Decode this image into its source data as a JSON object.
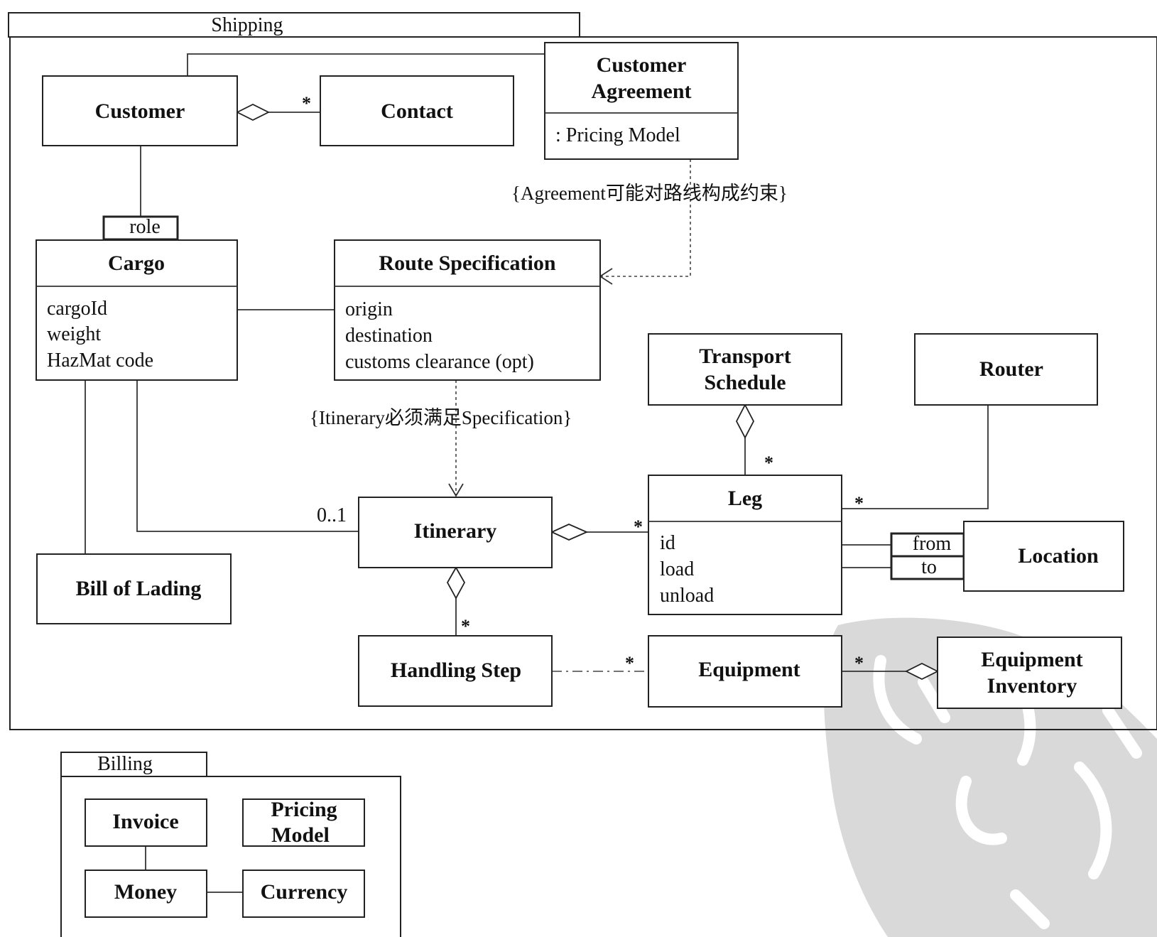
{
  "packages": {
    "shipping": "Shipping",
    "billing": "Billing"
  },
  "classes": {
    "customer": {
      "name": "Customer"
    },
    "contact": {
      "name": "Contact"
    },
    "customer_agreement": {
      "name_line1": "Customer",
      "name_line2": "Agreement",
      "attributes": [
        ": Pricing Model"
      ]
    },
    "cargo": {
      "name": "Cargo",
      "attributes": [
        "cargoId",
        "weight",
        "HazMat code"
      ]
    },
    "route_specification": {
      "name": "Route Specification",
      "attributes": [
        "origin",
        "destination",
        "customs clearance (opt)"
      ]
    },
    "transport_schedule": {
      "name_line1": "Transport",
      "name_line2": "Schedule"
    },
    "router": {
      "name": "Router"
    },
    "leg": {
      "name": "Leg",
      "attributes": [
        "id",
        "load",
        "unload"
      ]
    },
    "location": {
      "name": "Location"
    },
    "itinerary": {
      "name": "Itinerary"
    },
    "bill_of_lading": {
      "name": "Bill of Lading"
    },
    "handling_step": {
      "name": "Handling Step"
    },
    "equipment": {
      "name": "Equipment"
    },
    "equipment_inventory": {
      "name_line1": "Equipment",
      "name_line2": "Inventory"
    },
    "invoice": {
      "name": "Invoice"
    },
    "pricing_model": {
      "name_line1": "Pricing",
      "name_line2": "Model"
    },
    "money": {
      "name": "Money"
    },
    "currency": {
      "name": "Currency"
    }
  },
  "qualifiers": {
    "role": "role",
    "from": "from",
    "to": "to"
  },
  "constraints": {
    "agreement_route": "{Agreement可能对路线构成约束}",
    "itinerary_spec": "{Itinerary必须满足Specification}"
  },
  "multiplicities": {
    "customer_contact": "*",
    "schedule_leg": "*",
    "router_leg": "*",
    "itinerary_leg": "*",
    "cargo_itinerary": "0..1",
    "itinerary_handling": "*",
    "handling_equipment": "*",
    "equipment_inventory": "*"
  },
  "watermark": "seal stamp"
}
